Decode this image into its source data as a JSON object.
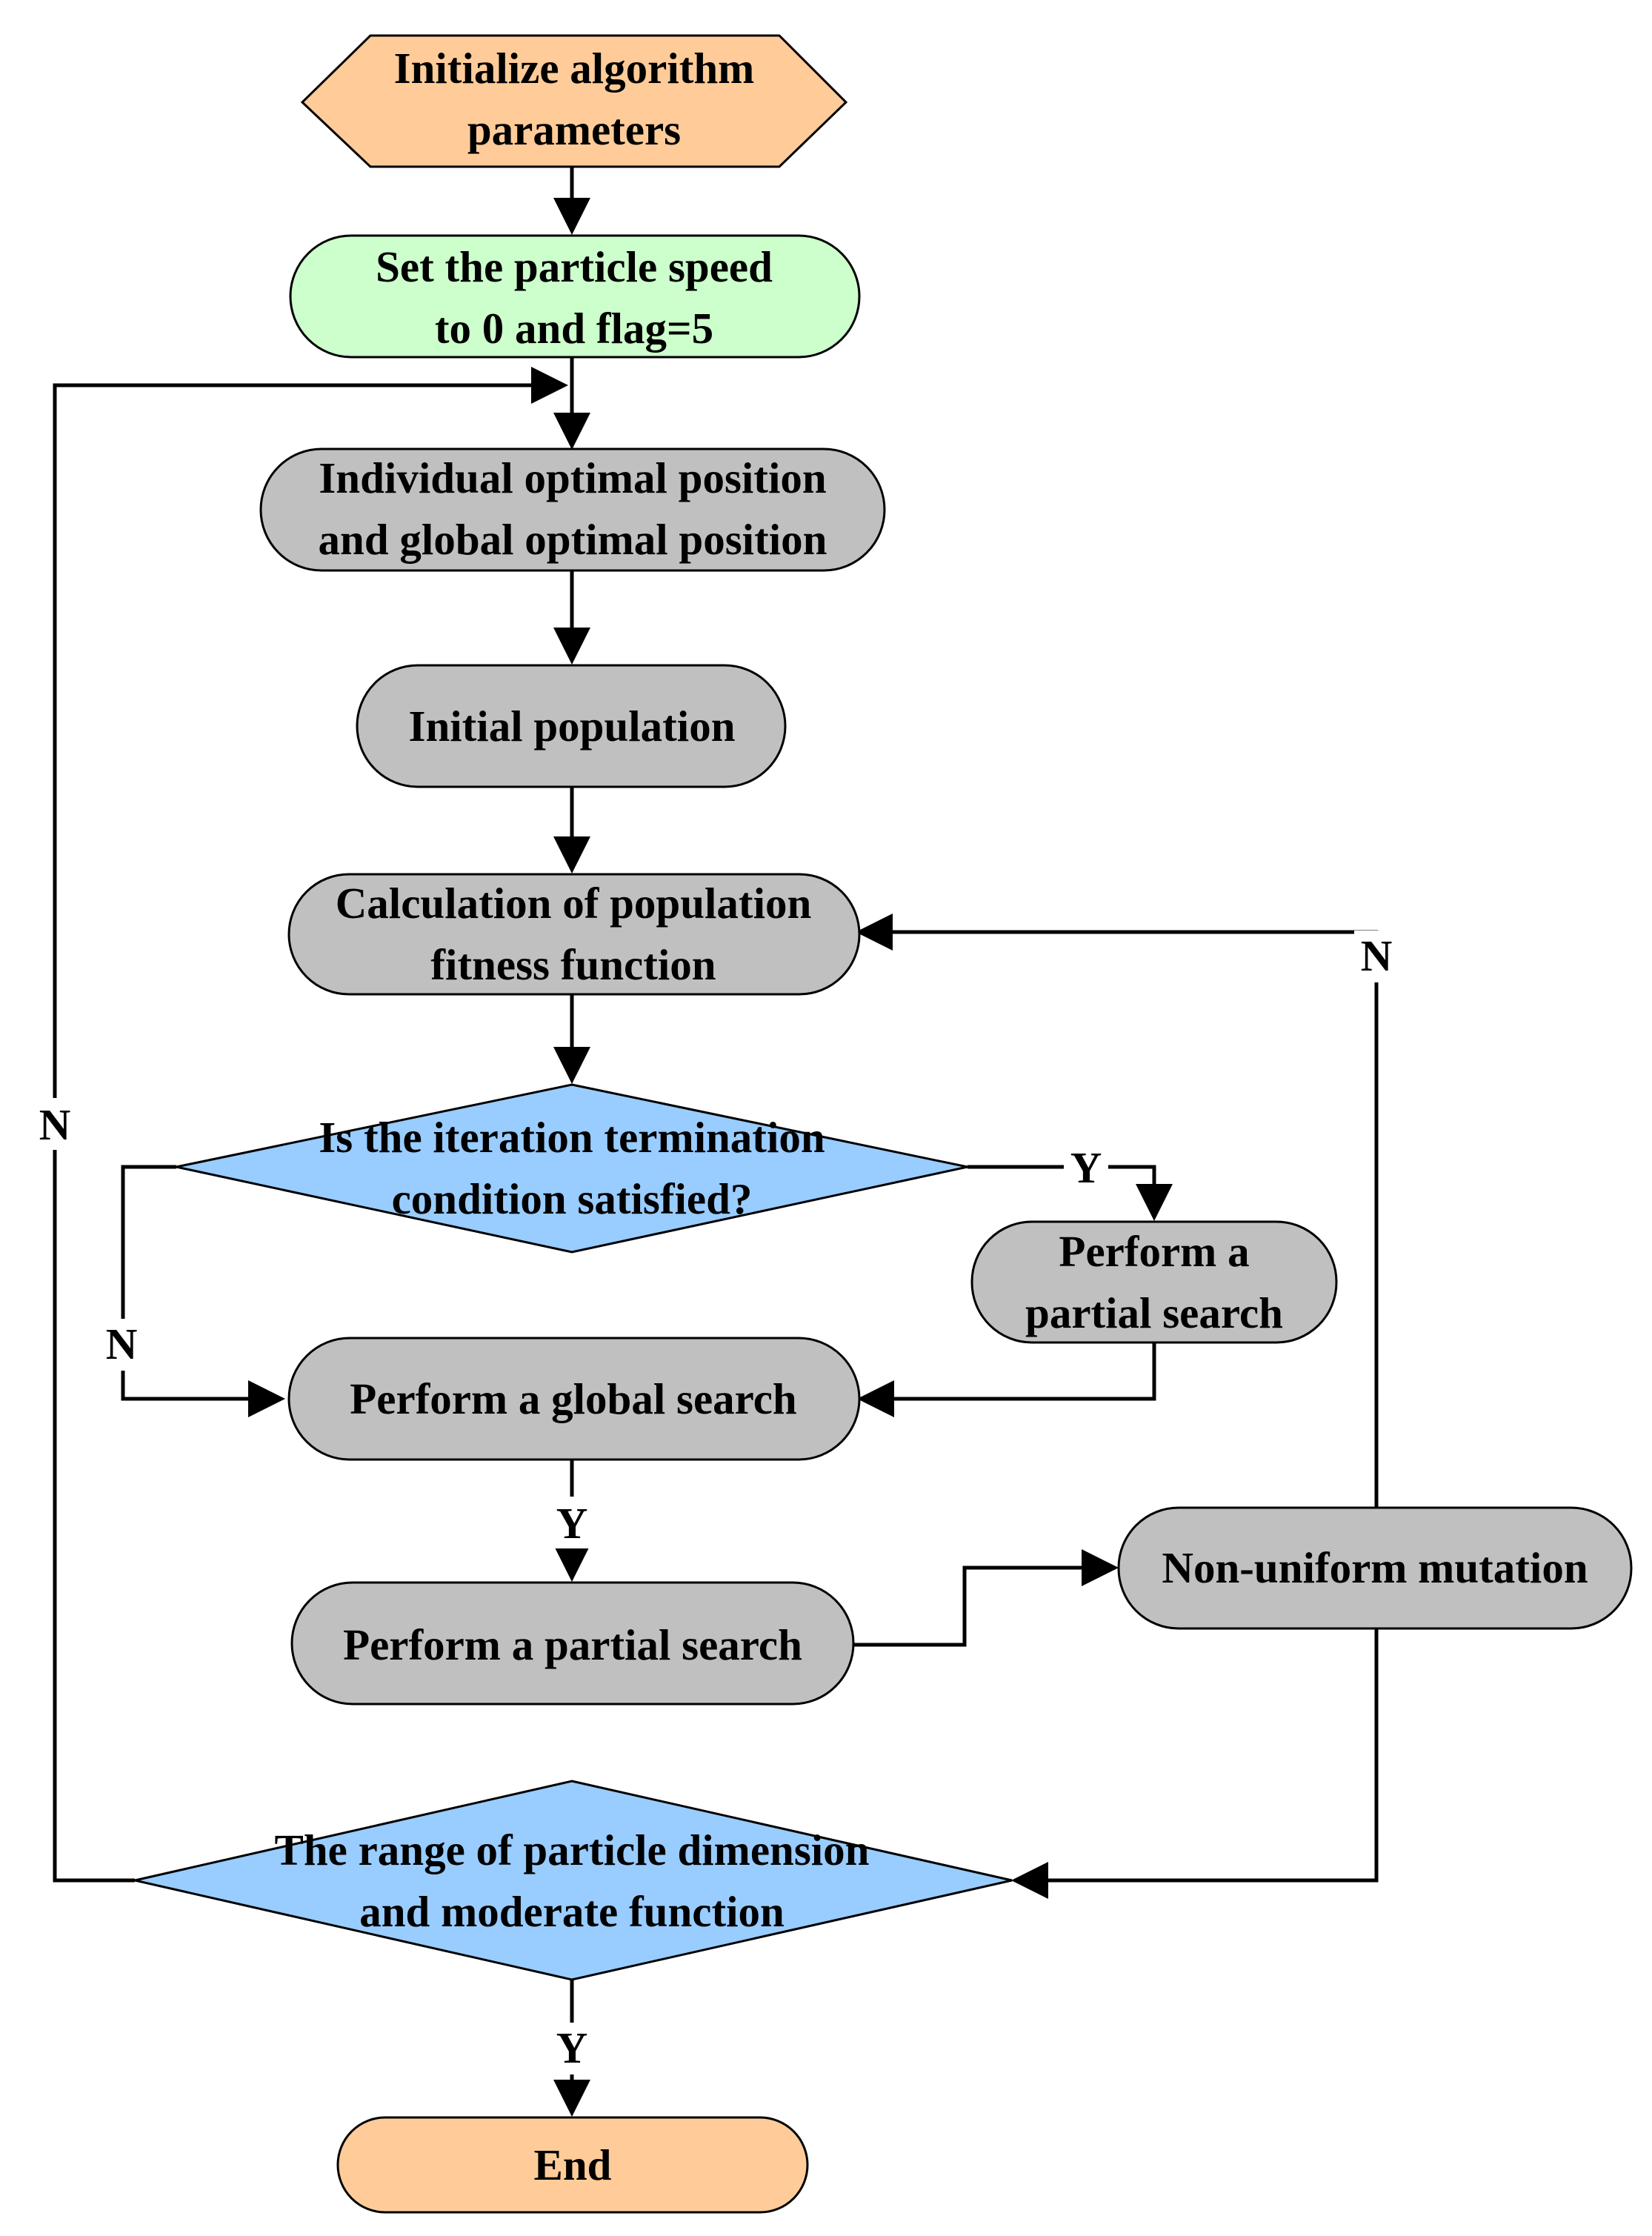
{
  "colors": {
    "start": "#FFCC99",
    "setup": "#CCFFCC",
    "process": "#C0C0C0",
    "decision": "#99CCFF",
    "line": "#000000"
  },
  "nodes": {
    "init": {
      "line1": "Initialize algorithm",
      "line2": "parameters"
    },
    "set_speed": {
      "line1": "Set the particle speed",
      "line2": "to 0 and flag=5"
    },
    "optimal_position": {
      "line1": "Individual optimal position",
      "line2": "and global optimal position"
    },
    "initial_population": {
      "line1": "Initial population"
    },
    "fitness": {
      "line1": "Calculation of population",
      "line2": "fitness function"
    },
    "iteration_check": {
      "line1": "Is the iteration termination",
      "line2": "condition satisfied?"
    },
    "partial_search_right": {
      "line1": "Perform a",
      "line2": "partial search"
    },
    "global_search": {
      "line1": "Perform a global search"
    },
    "partial_search": {
      "line1": "Perform a partial search"
    },
    "mutation": {
      "line1": "Non-uniform mutation"
    },
    "range_check": {
      "line1": "The range of particle dimension",
      "line2": "and moderate function"
    },
    "end": {
      "line1": "End"
    }
  },
  "edge_labels": {
    "outer_loop_n": "N",
    "iteration_n": "N",
    "iteration_y": "Y",
    "global_y": "Y",
    "mutation_n": "N",
    "range_y": "Y"
  }
}
